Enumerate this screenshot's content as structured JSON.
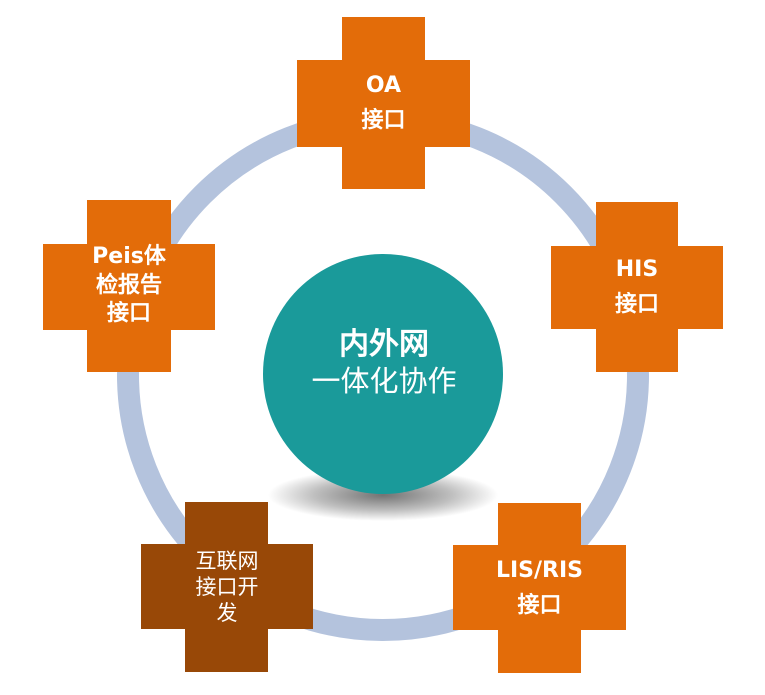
{
  "hub": {
    "title": "内外网",
    "subtitle": "一体化协作"
  },
  "nodes": {
    "oa": {
      "lines": [
        "OA",
        "接口"
      ]
    },
    "his": {
      "lines": [
        "HIS",
        "接口"
      ]
    },
    "lis_ris": {
      "lines": [
        "LIS/RIS",
        "接口"
      ]
    },
    "internet": {
      "lines": [
        "互联网",
        "接口开",
        "发"
      ]
    },
    "peis": {
      "lines": [
        "Peis体",
        "检报告",
        "接口"
      ]
    }
  },
  "colors": {
    "cross_orange": "#E36C09",
    "cross_brown": "#984807",
    "ring": "#B4C3DD",
    "hub": "#1A9A9A"
  }
}
